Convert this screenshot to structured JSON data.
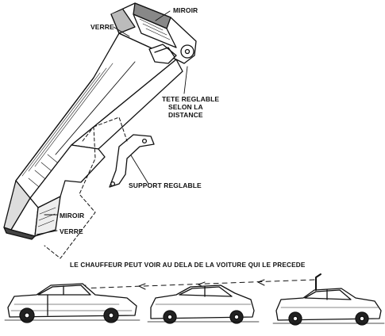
{
  "labels": {
    "miroir_top": "MIROIR",
    "verre_top": "VERRE",
    "tete_line1": "TETE REGLABLE",
    "tete_line2": "SELON LA",
    "tete_line3": "DISTANCE",
    "support": "SUPPORT REGLABLE",
    "miroir_bottom": "MIROIR",
    "verre_bottom": "VERRE"
  },
  "caption": "LE CHAUFFEUR PEUT VOIR AU DELA DE LA VOITURE QUI LE PRECEDE",
  "colors": {
    "ink": "#111111",
    "background": "#ffffff"
  }
}
